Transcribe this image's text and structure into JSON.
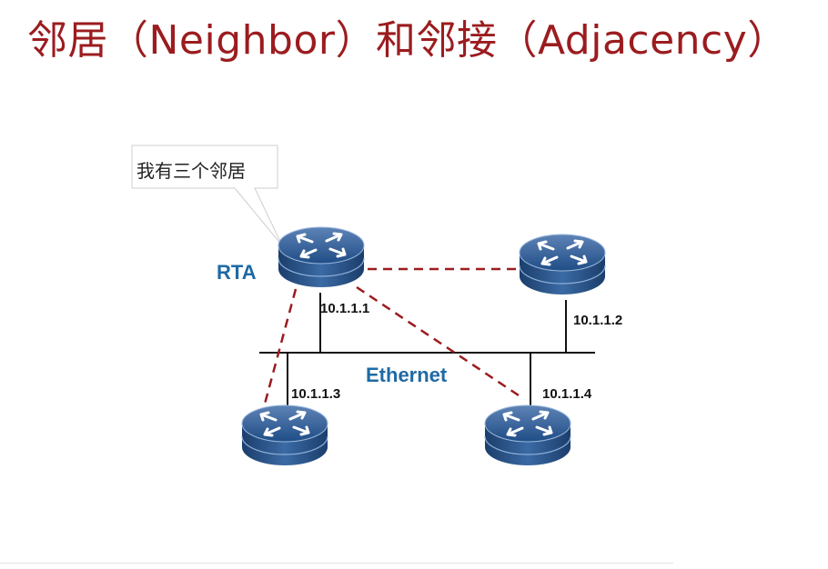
{
  "title": "邻居（Neighbor）和邻接（Adjacency）",
  "callout": "我有三个邻居",
  "router_label": "RTA",
  "network_label": "Ethernet",
  "ips": {
    "rta": "10.1.1.1",
    "r2": "10.1.1.2",
    "r3": "10.1.1.3",
    "r4": "10.1.1.4"
  },
  "colors": {
    "title": "#9b1c1f",
    "dashed_link": "#9b1c1f",
    "label_blue": "#1f6aa5"
  }
}
